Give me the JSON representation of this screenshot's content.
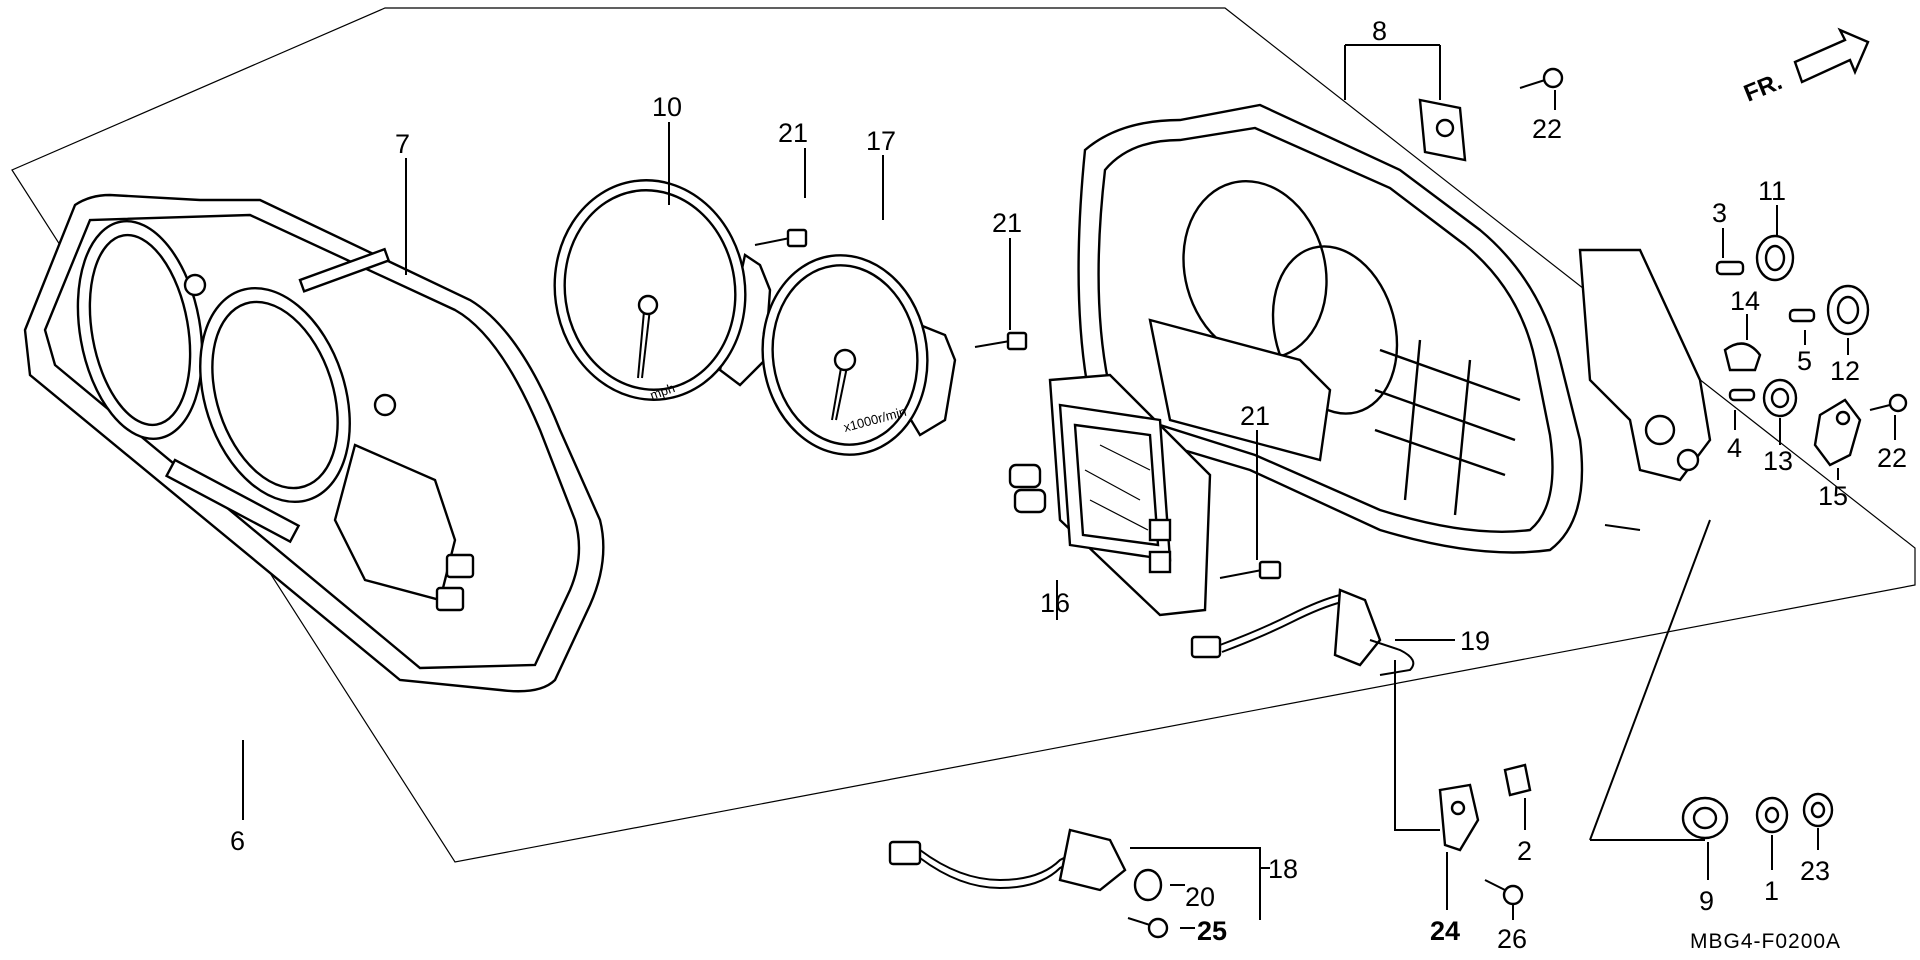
{
  "diagram": {
    "code": "MBG4-F0200A",
    "direction_label": "FR.",
    "callouts": {
      "p1": "1",
      "p2": "2",
      "p3": "3",
      "p4": "4",
      "p5": "5",
      "p6": "6",
      "p7": "7",
      "p8": "8",
      "p9": "9",
      "p10": "10",
      "p11": "11",
      "p12": "12",
      "p13": "13",
      "p14": "14",
      "p15": "15",
      "p16": "16",
      "p17": "17",
      "p18": "18",
      "p19": "19",
      "p20": "20",
      "p21a": "21",
      "p21b": "21",
      "p21c": "21",
      "p22a": "22",
      "p22b": "22",
      "p23": "23",
      "p24": "24",
      "p25": "25",
      "p26": "26"
    },
    "speedo_unit": "mph",
    "tacho_unit": "x1000r/min"
  }
}
